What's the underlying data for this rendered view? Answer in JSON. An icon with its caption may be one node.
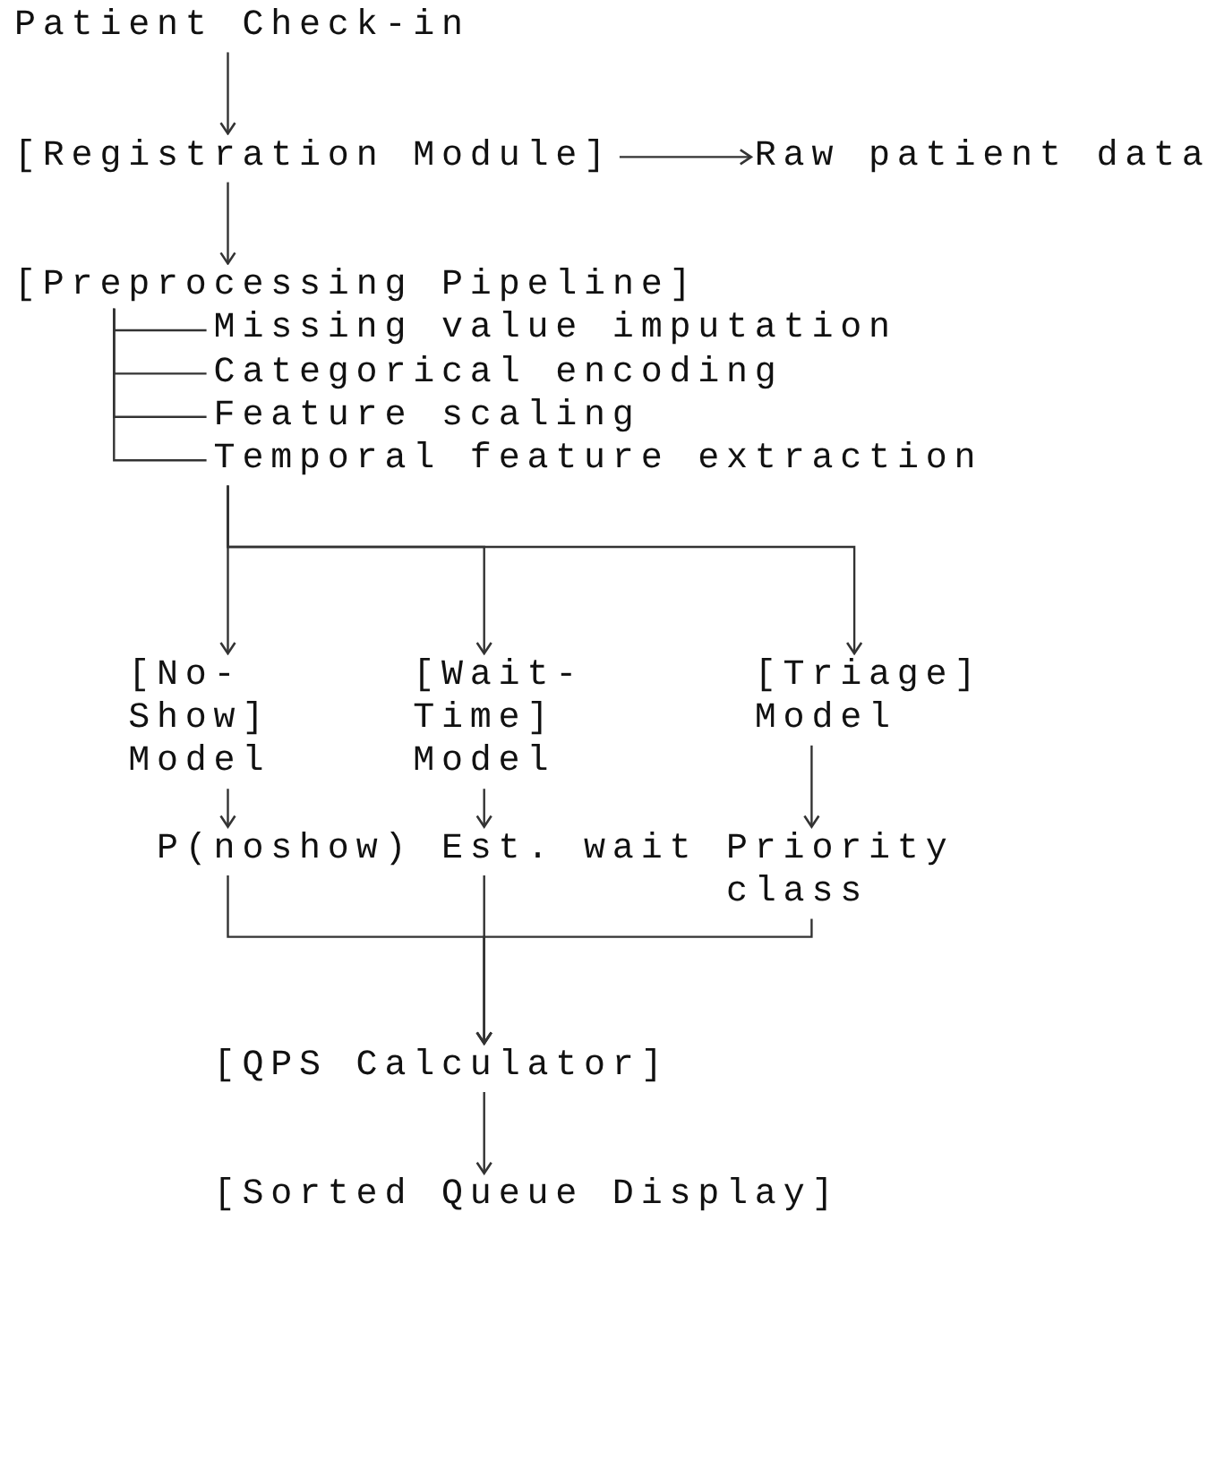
{
  "diagram": {
    "nodes": [
      {
        "text": [
          "Patient Check-in"
        ]
      },
      {
        "text": [
          "[Registration Module]"
        ]
      },
      {
        "text": [
          "Raw patient data"
        ]
      },
      {
        "text": [
          "[Preprocessing Pipeline]"
        ]
      },
      {
        "text": [
          "Missing value imputation"
        ]
      },
      {
        "text": [
          "Categorical encoding"
        ]
      },
      {
        "text": [
          "Feature scaling"
        ]
      },
      {
        "text": [
          "Temporal feature extraction"
        ]
      },
      {
        "text": [
          "[No-Show] Model"
        ]
      },
      {
        "text": [
          "[Wait-Time] Model"
        ]
      },
      {
        "text": [
          "[Triage] Model"
        ]
      },
      {
        "text": [
          "P(noshow)"
        ]
      },
      {
        "text": [
          "Est. wait"
        ]
      },
      {
        "text": [
          "Priority class"
        ]
      },
      {
        "text": [
          "[QPS Calculator]"
        ]
      },
      {
        "text": [
          "[Sorted Queue Display]"
        ]
      }
    ],
    "edges": [
      {
        "from": 0,
        "to": 1,
        "arrow": "to"
      },
      {
        "from": 1,
        "to": 2,
        "arrow": "to"
      },
      {
        "from": 1,
        "to": 3,
        "arrow": "to"
      },
      {
        "from": 3,
        "to": 4,
        "arrow": "none"
      },
      {
        "from": 3,
        "to": 5,
        "arrow": "none"
      },
      {
        "from": 3,
        "to": 6,
        "arrow": "none"
      },
      {
        "from": 3,
        "to": 7,
        "arrow": "none"
      },
      {
        "from": 7,
        "to": 8,
        "arrow": "to"
      },
      {
        "from": 7,
        "to": 9,
        "arrow": "to"
      },
      {
        "from": 7,
        "to": 10,
        "arrow": "to"
      },
      {
        "from": 8,
        "to": 11,
        "arrow": "to"
      },
      {
        "from": 9,
        "to": 12,
        "arrow": "to"
      },
      {
        "from": 10,
        "to": 13,
        "arrow": "to"
      },
      {
        "from": 11,
        "to": 14,
        "arrow": "to"
      },
      {
        "from": 12,
        "to": 14,
        "arrow": "to"
      },
      {
        "from": 13,
        "to": 14,
        "arrow": "to"
      },
      {
        "from": 14,
        "to": 15,
        "arrow": "to"
      }
    ]
  }
}
